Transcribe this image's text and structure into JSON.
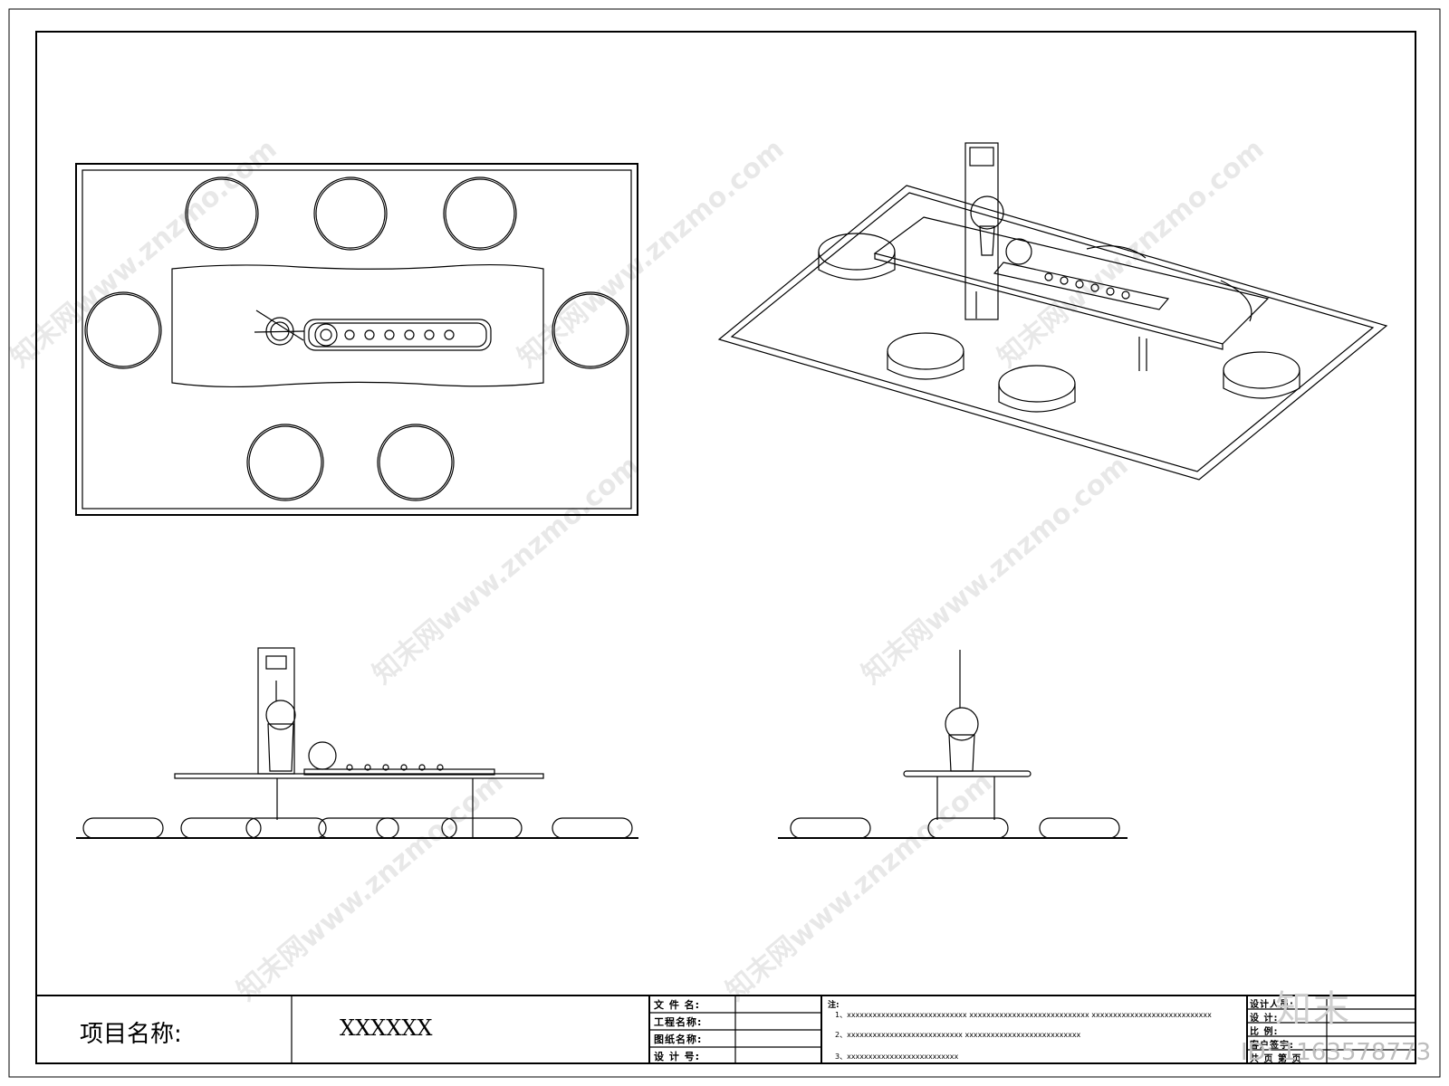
{
  "title_block": {
    "project_label": "项目名称:",
    "project_value": "XXXXXX",
    "fields": [
      "文 件 名:",
      "工程名称:",
      "图纸名称:",
      "设 计 号:"
    ],
    "notes_heading": "注:",
    "notes": [
      "1、xxxxxxxxxxxxxxxxxxxxxxxxxxxx   xxxxxxxxxxxxxxxxxxxxxxxxxxxx   xxxxxxxxxxxxxxxxxxxxxxxxxxxx",
      "2、xxxxxxxxxxxxxxxxxxxxxxxxxxx   xxxxxxxxxxxxxxxxxxxxxxxxxxx",
      "3、xxxxxxxxxxxxxxxxxxxxxxxxxx"
    ],
    "right_fields": [
      "设计人员:",
      "设 计:",
      "比 例:",
      "客户签字:",
      "共    页    第    页"
    ]
  },
  "watermark": {
    "logo": "知末",
    "id": "ID: 1163578773",
    "text": "知末网www.znzmo.com"
  }
}
